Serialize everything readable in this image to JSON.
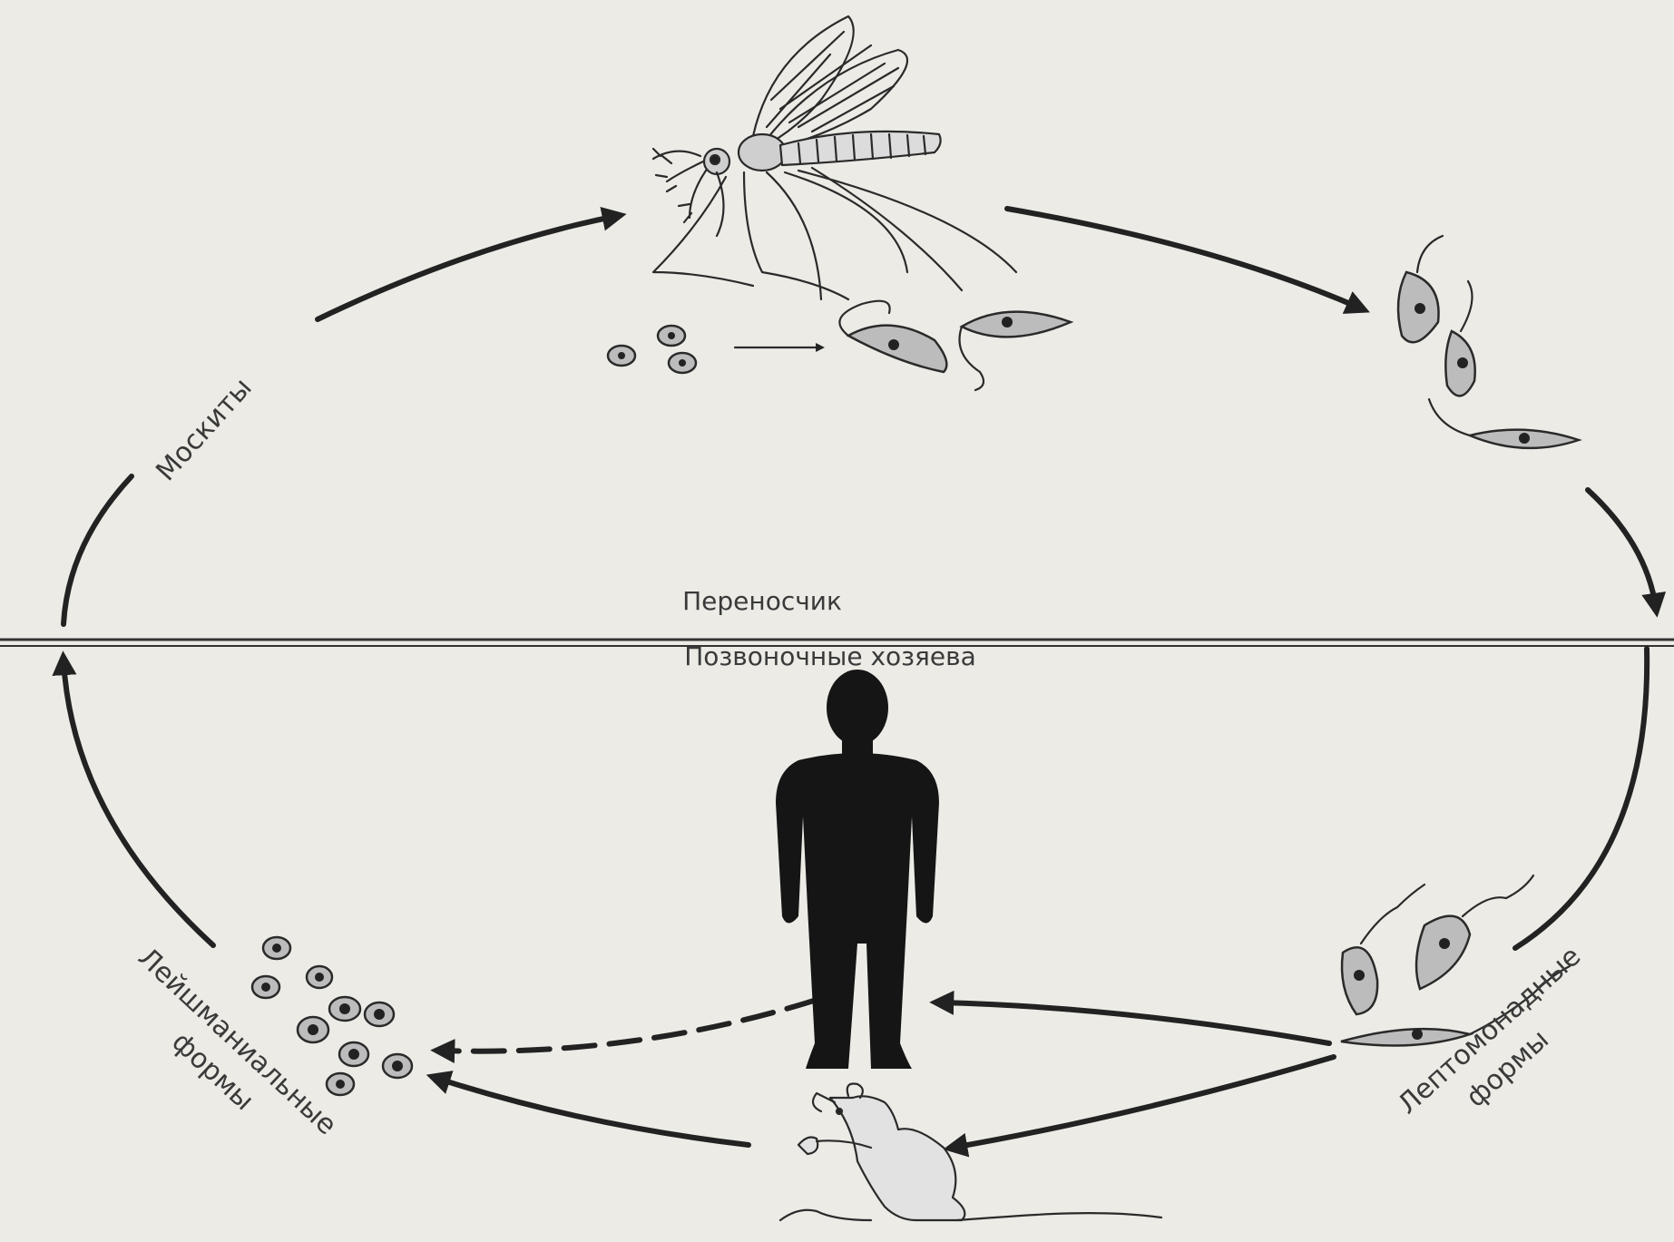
{
  "labels": {
    "mosquitoes": "Москиты",
    "vector": "Переносчик",
    "vertebrate_hosts": "Позвоночные хозяева",
    "leishmanial_line1": "Лейшманиальные",
    "leishmanial_line2": "формы",
    "leptomonad_line1": "Лептомонадные",
    "leptomonad_line2": "формы"
  },
  "colors": {
    "background": "#ecebe6",
    "ink": "#222222",
    "text": "#3a3a3a"
  },
  "figures": {
    "vector_icon": "sandfly-mosquito-icon",
    "human_icon": "human-silhouette-icon",
    "animal_icon": "rodent-icon",
    "amastigote_icon": "leishmanial-cell-icon",
    "promastigote_icon": "leptomonad-flagellate-icon"
  }
}
